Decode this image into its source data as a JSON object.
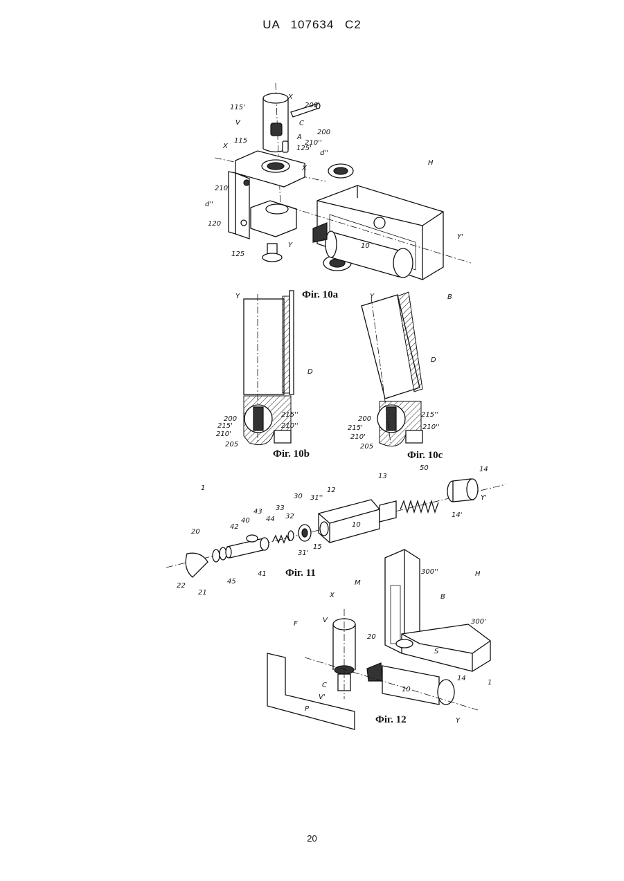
{
  "header": "UA   107634   C2",
  "page_number": "20",
  "figures": {
    "fig10a": {
      "caption": "Фіг. 10a",
      "labels": [
        "X",
        "115'",
        "200'",
        "V",
        "C",
        "200",
        "A",
        "115",
        "210''",
        "X",
        "125'",
        "d''",
        "X",
        "H",
        "210'",
        "d''",
        "120",
        "Y",
        "10",
        "Y'",
        "125",
        "B"
      ]
    },
    "fig10b": {
      "caption": "Фіг. 10b",
      "labels": [
        "Y",
        "D",
        "200",
        "215''",
        "215'",
        "210''",
        "210'",
        "205"
      ]
    },
    "fig10c": {
      "caption": "Фіг. 10c",
      "labels": [
        "Y",
        "D",
        "200",
        "215''",
        "215'",
        "210''",
        "210'",
        "205"
      ]
    },
    "fig11": {
      "caption": "Фіг. 11",
      "labels": [
        "1",
        "13",
        "50",
        "14",
        "12",
        "Y'",
        "30",
        "31''",
        "43",
        "33",
        "32",
        "40",
        "44",
        "10",
        "14'",
        "42",
        "20",
        "31'",
        "15",
        "41",
        "45",
        "22",
        "21"
      ]
    },
    "fig12": {
      "caption": "Фіг. 12",
      "labels": [
        "300''",
        "H",
        "M",
        "X",
        "B",
        "300'",
        "F",
        "V",
        "20",
        "S",
        "C",
        "10",
        "14",
        "1",
        "V'",
        "P",
        "Y"
      ]
    }
  }
}
